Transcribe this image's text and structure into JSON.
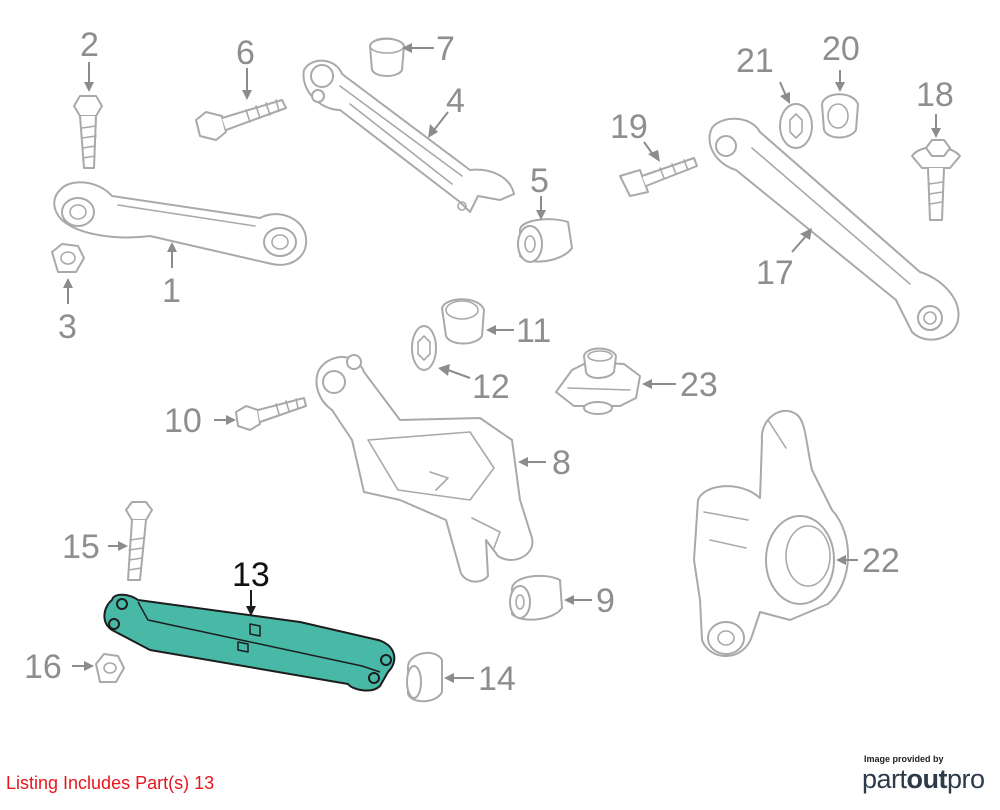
{
  "diagram": {
    "callouts": {
      "c1": "1",
      "c2": "2",
      "c3": "3",
      "c4": "4",
      "c5": "5",
      "c6": "6",
      "c7": "7",
      "c8": "8",
      "c9": "9",
      "c10": "10",
      "c11": "11",
      "c12": "12",
      "c13": "13",
      "c14": "14",
      "c15": "15",
      "c16": "16",
      "c17": "17",
      "c18": "18",
      "c19": "19",
      "c20": "20",
      "c21": "21",
      "c22": "22",
      "c23": "23"
    },
    "highlighted_part": "13",
    "colors": {
      "highlight": "#47b9a6",
      "outline": "#a9a9a9",
      "note": "#e8161c"
    }
  },
  "listing_note": "Listing Includes Part(s) 13",
  "brand": {
    "caption": "Image provided by",
    "logo_part1": "part",
    "logo_part2": "out",
    "logo_part3": "pro"
  }
}
